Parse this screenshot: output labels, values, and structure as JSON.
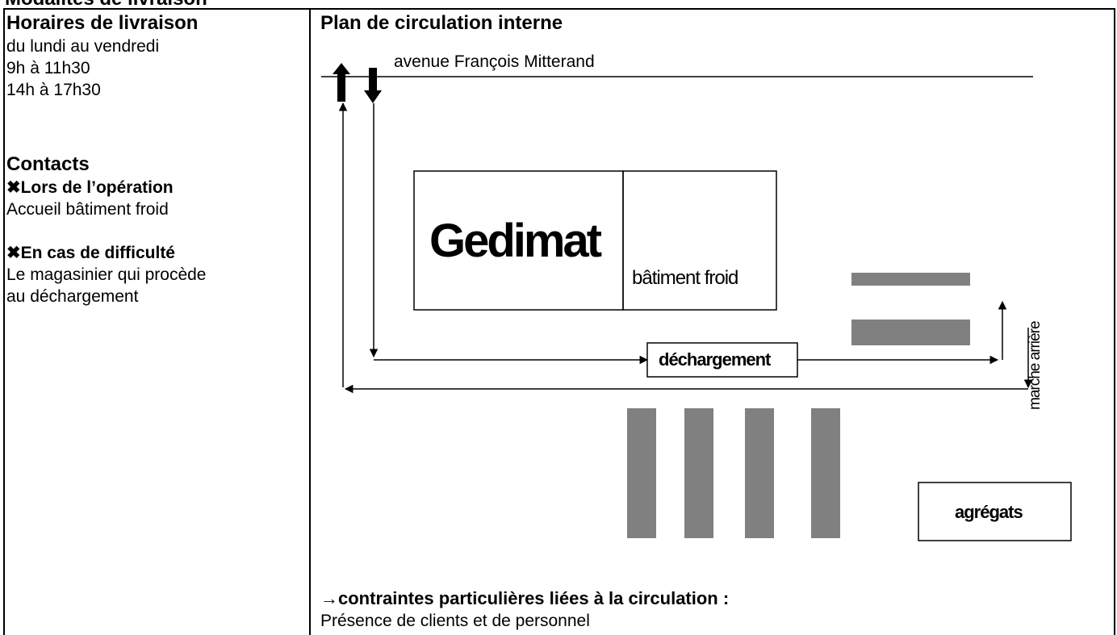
{
  "page": {
    "cutoff_heading": "Modalités de livraison"
  },
  "left": {
    "hours": {
      "title": "Horaires de livraison",
      "days": "du lundi au vendredi",
      "slot1": "9h à 11h30",
      "slot2": "14h à 17h30"
    },
    "contacts": {
      "title": "Contacts",
      "during_label": "Lors de l’opération",
      "during_value": "Accueil bâtiment froid",
      "difficulty_label": "En cas de difficulté",
      "difficulty_line1": "Le magasinier qui procède",
      "difficulty_line2": "au déchargement",
      "bullet_glyph": "✖"
    }
  },
  "right": {
    "title": "Plan de circulation interne",
    "plan": {
      "street": "avenue François Mitterand",
      "store": "Gedimat",
      "cold_building": "bâtiment froid",
      "unloading": "déchargement",
      "reverse": "marche arrière",
      "aggregates": "agrégats"
    },
    "constraints": {
      "arrow_glyph": "→",
      "title": "contraintes particulières liées à la circulation :",
      "text": "Présence de clients et de personnel"
    }
  },
  "colors": {
    "border": "#000000",
    "rack": "#808080",
    "text": "#000000"
  }
}
